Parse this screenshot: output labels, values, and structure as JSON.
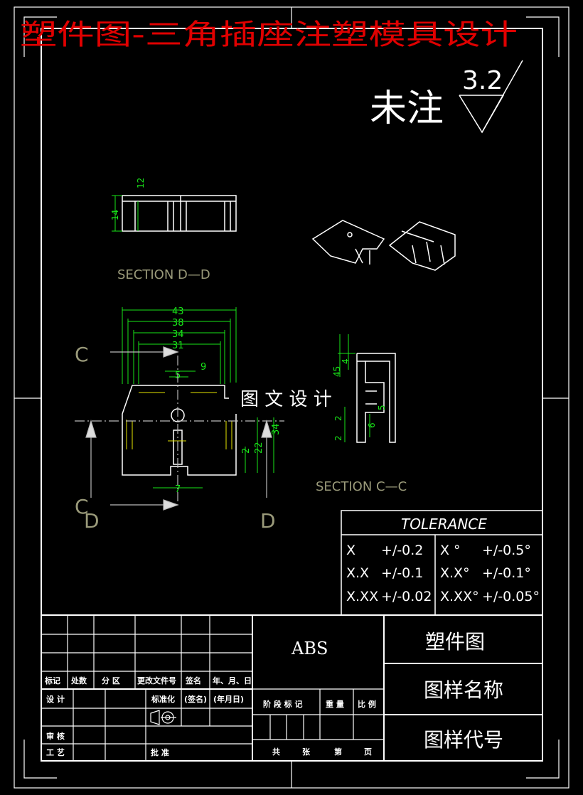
{
  "header_title": "塑件图-三角插座注塑模具设计",
  "roughness": {
    "note": "未注",
    "value": "3.2"
  },
  "views": {
    "section_dd": "SECTION D—D",
    "section_cc": "SECTION C—C",
    "cut_c_top": "C",
    "cut_c_bottom": "C",
    "cut_d_left": "D",
    "cut_d_right": "D"
  },
  "dims_dd": {
    "d12": "12",
    "d14": "14"
  },
  "dims_front": {
    "d43": "43",
    "d38": "38",
    "d34": "34",
    "d31": "31",
    "d9": "9",
    "d5": "5",
    "d7": "7",
    "d2": "2",
    "d22": "22",
    "d34v": "34"
  },
  "dims_cc": {
    "d45": "45",
    "d4": "4",
    "d2a": "2",
    "d6": "6",
    "d5": "5",
    "d2b": "2"
  },
  "watermark": "图 文 设 计",
  "tolerance": {
    "title": "TOLERANCE",
    "rows": [
      [
        "X",
        "+/-0.2",
        "X °",
        "+/-0.5°"
      ],
      [
        "X.X",
        "+/-0.1",
        "X.X°",
        "+/-0.1°"
      ],
      [
        "X.XX",
        "+/-0.02",
        "X.XX°",
        "+/-0.05°"
      ]
    ]
  },
  "title_block": {
    "material": "ABS",
    "part_type": "塑件图",
    "drawing_name": "图样名称",
    "drawing_code": "图样代号",
    "rev_headers": [
      "标记",
      "处数",
      "分 区",
      "更改文件号",
      "签名",
      "年、月、日"
    ],
    "row_design": [
      "设 计",
      "标准化",
      "(签名)",
      "(年月日)"
    ],
    "row_check": "审 核",
    "row_process": "工 艺",
    "row_approve": "批 准",
    "stage_headers": [
      "阶 段 标 记",
      "重 量",
      "比 例"
    ],
    "sheet_info": [
      "共",
      "张",
      "第",
      "页"
    ]
  },
  "colors": {
    "line": "#ffffff",
    "dimension": "#19e619",
    "title_red": "#e00000",
    "yellow": "#e6e600",
    "label": "#9a9a7a"
  }
}
